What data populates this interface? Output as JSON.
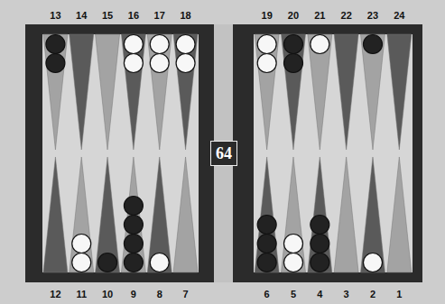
{
  "diagram": {
    "nodes": [
      {
        "text": [
          "64"
        ]
      }
    ],
    "labels": [
      "13",
      "14",
      "15",
      "16",
      "17",
      "18",
      "19",
      "20",
      "21",
      "22",
      "23",
      "24",
      "12",
      "11",
      "10",
      "9",
      "8",
      "7",
      "6",
      "5",
      "4",
      "3",
      "2",
      "1"
    ]
  }
}
